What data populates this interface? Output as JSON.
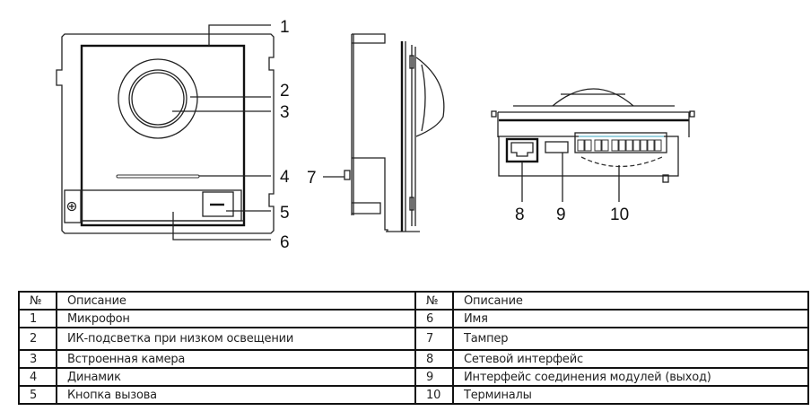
{
  "figure": {
    "callouts": [
      "1",
      "2",
      "3",
      "4",
      "5",
      "6",
      "7",
      "8",
      "9",
      "10"
    ]
  },
  "table": {
    "headers": {
      "num": "№",
      "desc": "Описание"
    },
    "rows": [
      {
        "left": {
          "num": "1",
          "desc": "Микрофон"
        },
        "right": {
          "num": "6",
          "desc": "Имя"
        }
      },
      {
        "left": {
          "num": "2",
          "desc": "ИК-подсветка при низком освещении"
        },
        "right": {
          "num": "7",
          "desc": "Тампер"
        }
      },
      {
        "left": {
          "num": "3",
          "desc": "Встроенная камера"
        },
        "right": {
          "num": "8",
          "desc": "Сетевой интерфейс"
        }
      },
      {
        "left": {
          "num": "4",
          "desc": "Динамик"
        },
        "right": {
          "num": "9",
          "desc": "Интерфейс соединения модулей (выход)"
        }
      },
      {
        "left": {
          "num": "5",
          "desc": "Кнопка вызова"
        },
        "right": {
          "num": "10",
          "desc": "Терминалы"
        }
      }
    ]
  }
}
